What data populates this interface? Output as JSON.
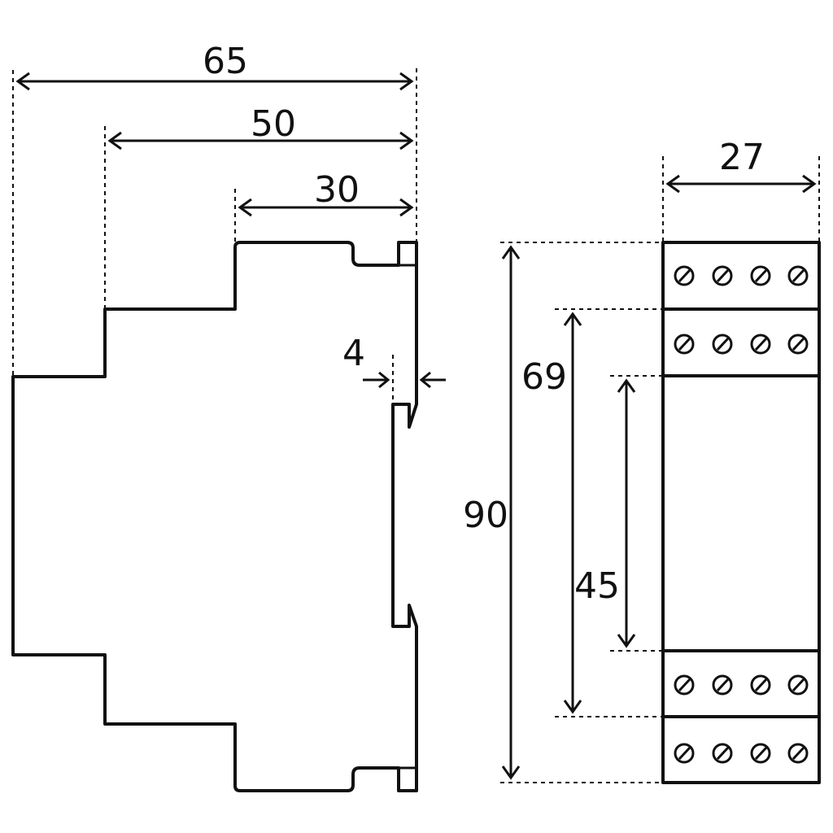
{
  "drawing": {
    "side_view": {
      "dimensions": [
        {
          "id": "overall-depth",
          "label": "65"
        },
        {
          "id": "mid-depth",
          "label": "50"
        },
        {
          "id": "front-depth",
          "label": "30"
        },
        {
          "id": "rail-offset",
          "label": "4"
        }
      ]
    },
    "front_view": {
      "dimensions": [
        {
          "id": "width",
          "label": "27"
        },
        {
          "id": "overall-height",
          "label": "90"
        },
        {
          "id": "terminal-pitch",
          "label": "69"
        },
        {
          "id": "front-panel-height",
          "label": "45"
        }
      ],
      "terminal_rows": 4,
      "terminals_per_row": 4,
      "terminal_icon": "screw-terminal-icon"
    },
    "colors": {
      "line": "#111111",
      "background": "#ffffff"
    }
  }
}
